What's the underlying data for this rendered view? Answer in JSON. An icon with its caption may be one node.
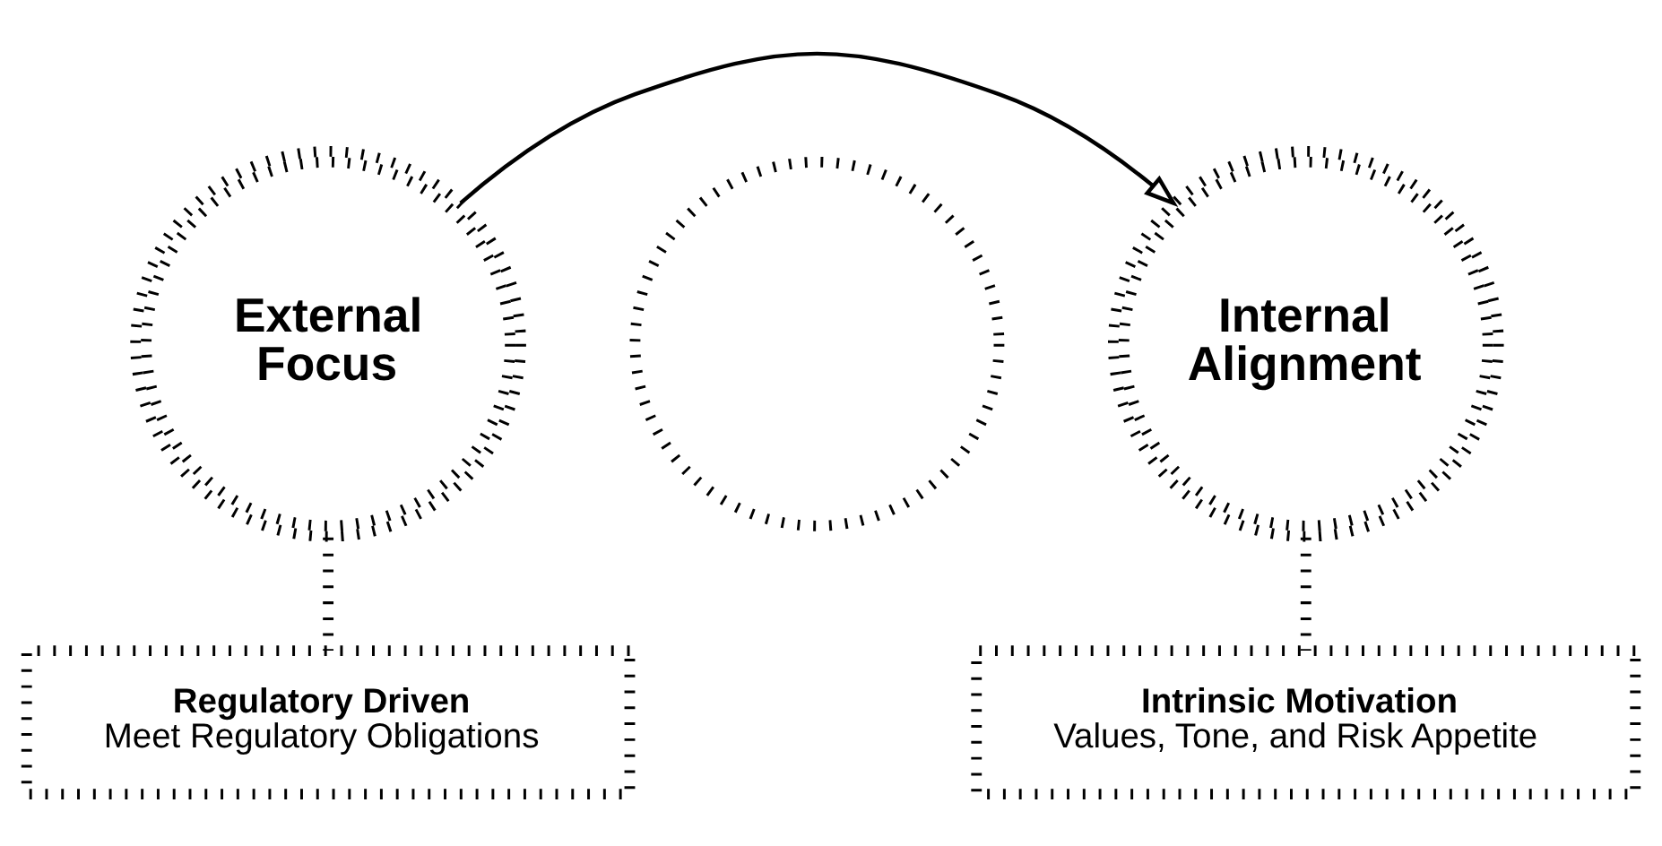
{
  "diagram": {
    "nodes": [
      {
        "text": [
          "External Focus"
        ]
      },
      {
        "text": [],
        "shape": "circle"
      },
      {
        "text": [
          "Internal Alignment"
        ]
      },
      {
        "text": [
          "Regulatory Driven",
          "Meet Regulatory Obligations"
        ]
      },
      {
        "text": [
          "Intrinsic Motivation",
          "Values, Tone, and Risk Appetite"
        ]
      }
    ],
    "edges": [
      {
        "from": 0,
        "to": 2,
        "arrow": "to"
      },
      {
        "from": 0,
        "to": 3,
        "arrow": "none",
        "style": "dashed"
      },
      {
        "from": 2,
        "to": 4,
        "arrow": "none",
        "style": "dashed"
      }
    ]
  }
}
